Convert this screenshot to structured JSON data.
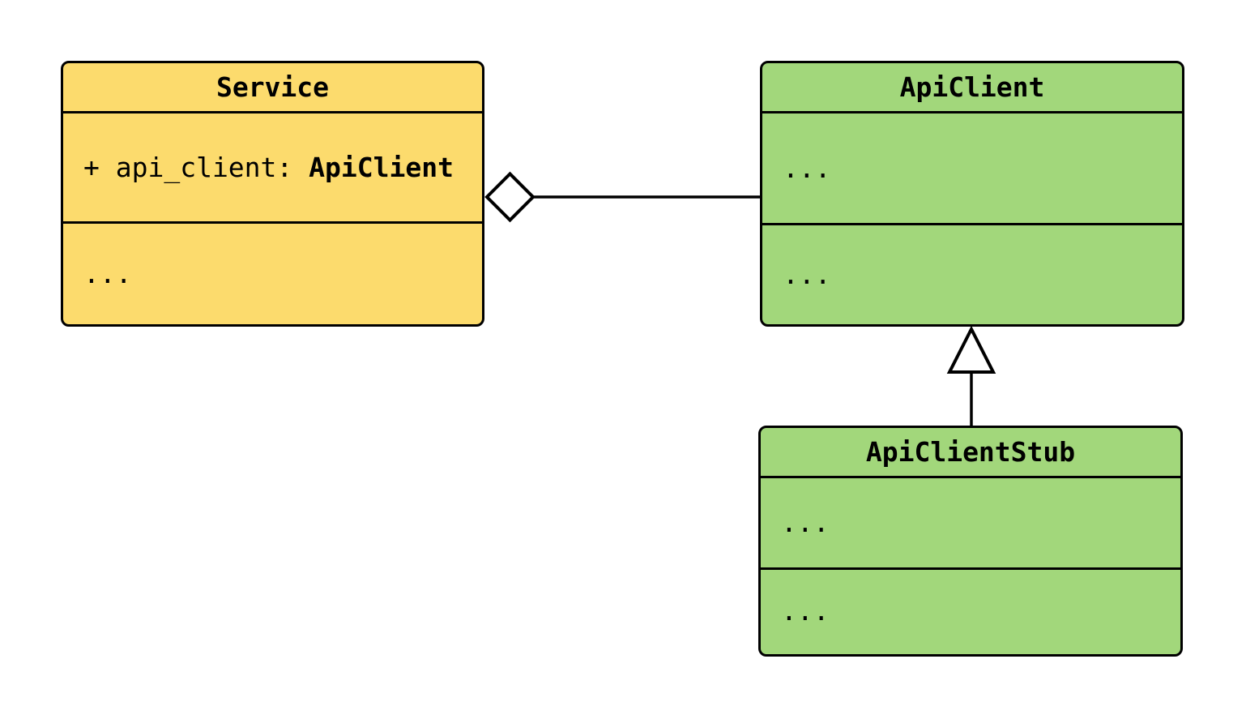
{
  "diagram": {
    "kind": "uml-class-diagram",
    "background": "#ffffff",
    "stroke_color": "#000000",
    "classes": {
      "service": {
        "name": "Service",
        "fill": "#fcdb6d",
        "attribute_prefix": "+ api_client: ",
        "attribute_type": "ApiClient",
        "methods_placeholder": "..."
      },
      "api_client": {
        "name": "ApiClient",
        "fill": "#a2d77b",
        "attributes_placeholder": "...",
        "methods_placeholder": "..."
      },
      "api_client_stub": {
        "name": "ApiClientStub",
        "fill": "#a2d77b",
        "attributes_placeholder": "...",
        "methods_placeholder": "..."
      }
    },
    "relationships": [
      {
        "type": "aggregation",
        "owner": "Service",
        "part": "ApiClient",
        "marker": "hollow-diamond",
        "marker_at": "owner-side"
      },
      {
        "type": "inheritance",
        "child": "ApiClientStub",
        "parent": "ApiClient",
        "marker": "hollow-triangle",
        "marker_at": "parent-side"
      }
    ]
  }
}
